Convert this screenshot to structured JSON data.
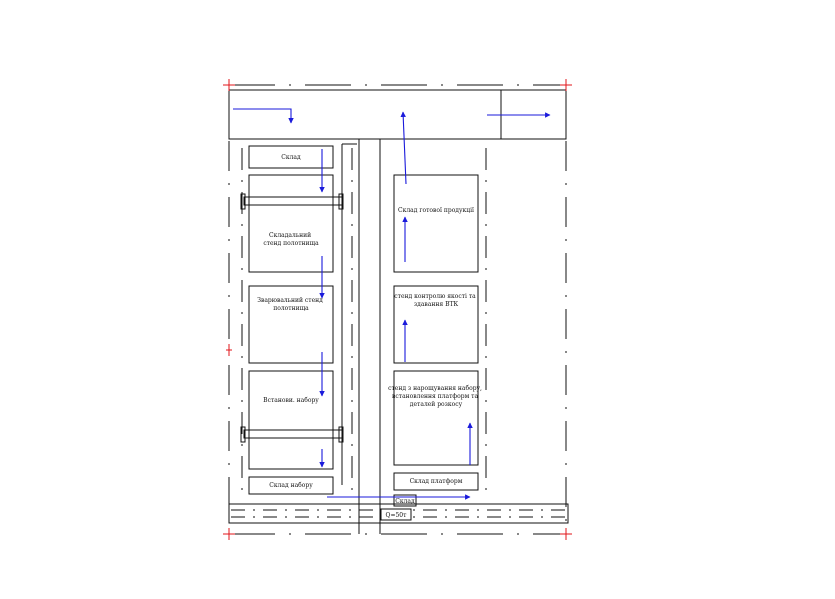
{
  "plan": {
    "areas": {
      "storage": "Склад",
      "assembly_stand": [
        "Складальний",
        "стенд полотнища"
      ],
      "welding_stand": [
        "Зварювальний стенд",
        "полотнища"
      ],
      "set_installation": "Встанови. набору",
      "set_storage": "Склад набору",
      "finished_storage": "Склад готової продукції",
      "quality_stand": [
        "стенд контролю якості та",
        "здавання ВТК"
      ],
      "platform_stand": [
        "стенд з нарощування набору,",
        "встановлення платформ та",
        "деталей розкосу"
      ],
      "platform_storage": "Склад платформ",
      "bottom_storage": "Склад",
      "crane_capacity": "Q=50т"
    },
    "colors": {
      "outline": "#111111",
      "flow_arrow": "#1a1adb",
      "corner_mark": "#e0141a"
    }
  }
}
